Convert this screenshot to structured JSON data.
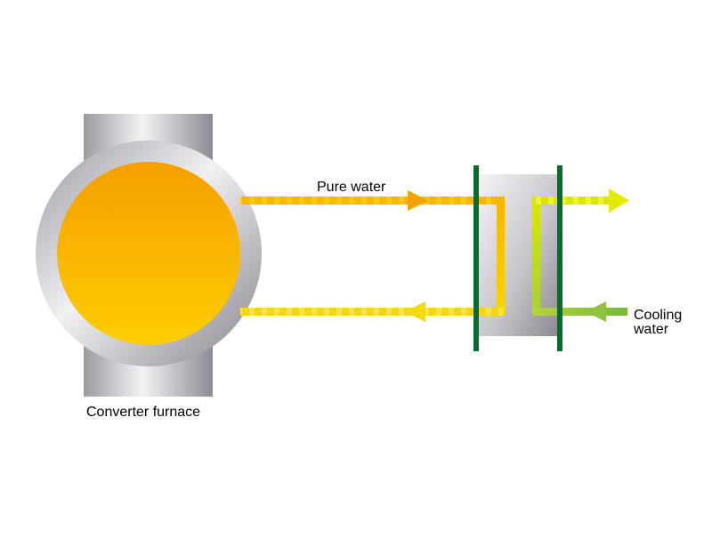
{
  "labels": {
    "furnace": "Converter furnace",
    "pure_water": "Pure water",
    "cooling_water_line1": "Cooling",
    "cooling_water_line2": "water"
  },
  "colors": {
    "furnace_core_top": "#f5a000",
    "furnace_core_bottom": "#ffcc00",
    "steel_light": "#f2f2f4",
    "steel_dark": "#8e8a92",
    "hot_pipe": "#f8b800",
    "return_pipe": "#f5e020",
    "cold_pipe": "#dde800",
    "cooling_inlet": "#8cc63f",
    "exchanger_plate": "#0b6b2e"
  }
}
